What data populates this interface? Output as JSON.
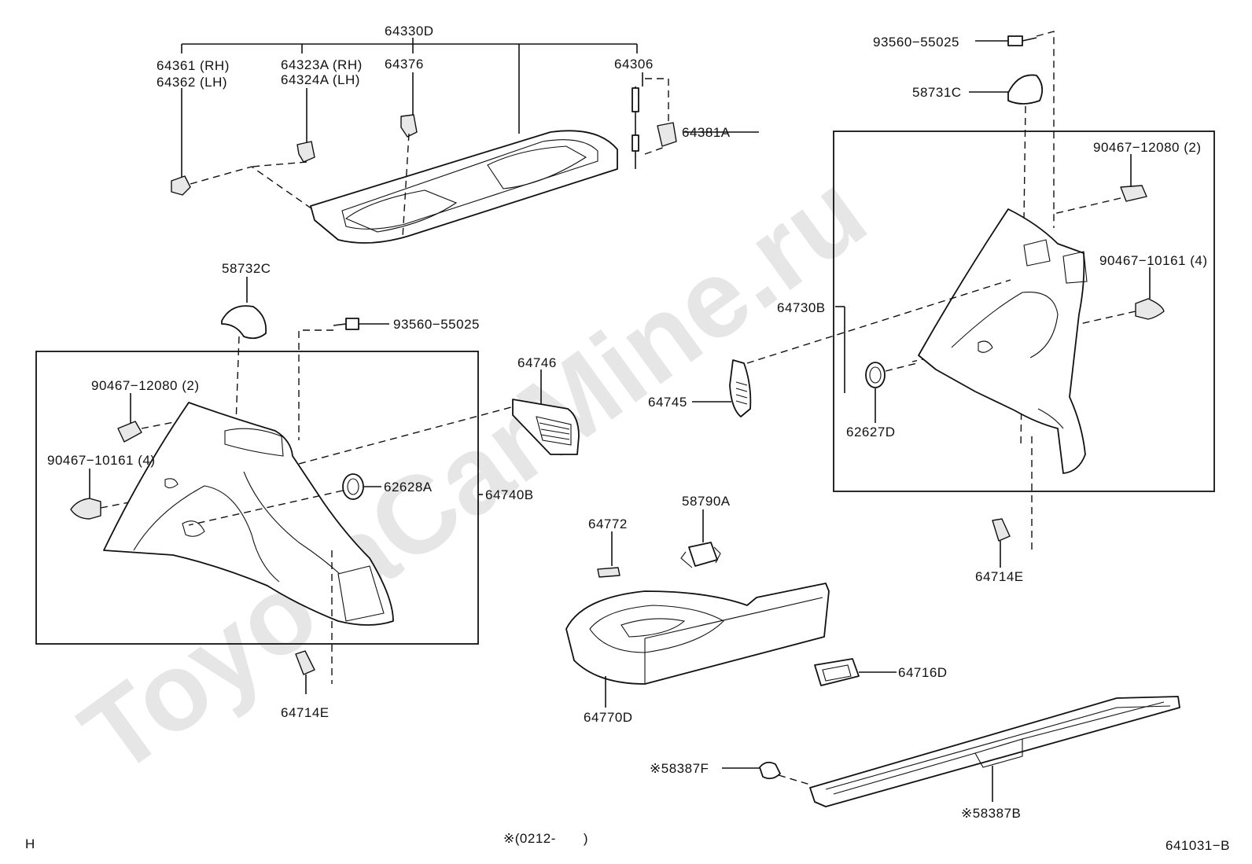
{
  "watermark": "ToyotaCarMine.ru",
  "labels": {
    "p64330D": "64330D",
    "p64361": "64361 (RH)",
    "p64362": "64362 (LH)",
    "p64323A": "64323A (RH)",
    "p64324A": "64324A (LH)",
    "p64376": "64376",
    "p64306": "64306",
    "p64381A": "64381A",
    "p93560_top": "93560−55025",
    "p58731C": "58731C",
    "p90467_12080_right": "90467−12080 (2)",
    "p90467_10161_right": "90467−10161 (4)",
    "p64730B": "64730B",
    "p62627D": "62627D",
    "p64714E_right": "64714E",
    "p58732C": "58732C",
    "p93560_left": "93560−55025",
    "p90467_12080_left": "90467−12080 (2)",
    "p90467_10161_left": "90467−10161 (4)",
    "p62628A": "62628A",
    "p64740B": "64740B",
    "p64714E_left": "64714E",
    "p64746": "64746",
    "p64745": "64745",
    "p58790A": "58790A",
    "p64772": "64772",
    "p64770D": "64770D",
    "p64716D": "64716D",
    "p58387F": "※58387F",
    "p58387B": "※58387B"
  },
  "footer": {
    "left": "H",
    "note": "※(0212-　　)",
    "code": "641031−B"
  }
}
